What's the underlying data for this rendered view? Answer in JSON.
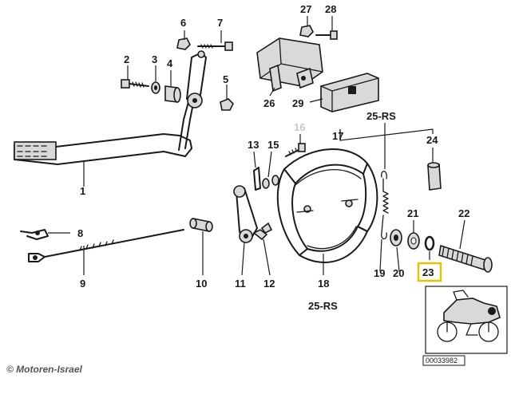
{
  "callouts": {
    "n1": "1",
    "n2": "2",
    "n3": "3",
    "n4": "4",
    "n5": "5",
    "n6": "6",
    "n7": "7",
    "n8": "8",
    "n9": "9",
    "n10": "10",
    "n11": "11",
    "n12": "12",
    "n13": "13",
    "n15": "15",
    "n16": "16",
    "n17": "17",
    "n18": "18",
    "n19": "19",
    "n20": "20",
    "n21": "21",
    "n22": "22",
    "n23": "23",
    "n24": "24",
    "n26": "26",
    "n27": "27",
    "n28": "28",
    "n29": "29",
    "rs_top": "25-RS",
    "rs_bottom": "25-RS"
  },
  "highlight": {
    "part": "23",
    "color": "#e8c200"
  },
  "faded_part": "16",
  "inset": {
    "ref_code": "00033982",
    "marker_color": "#1a1a1a"
  },
  "watermark": "© Motoren-Israel"
}
